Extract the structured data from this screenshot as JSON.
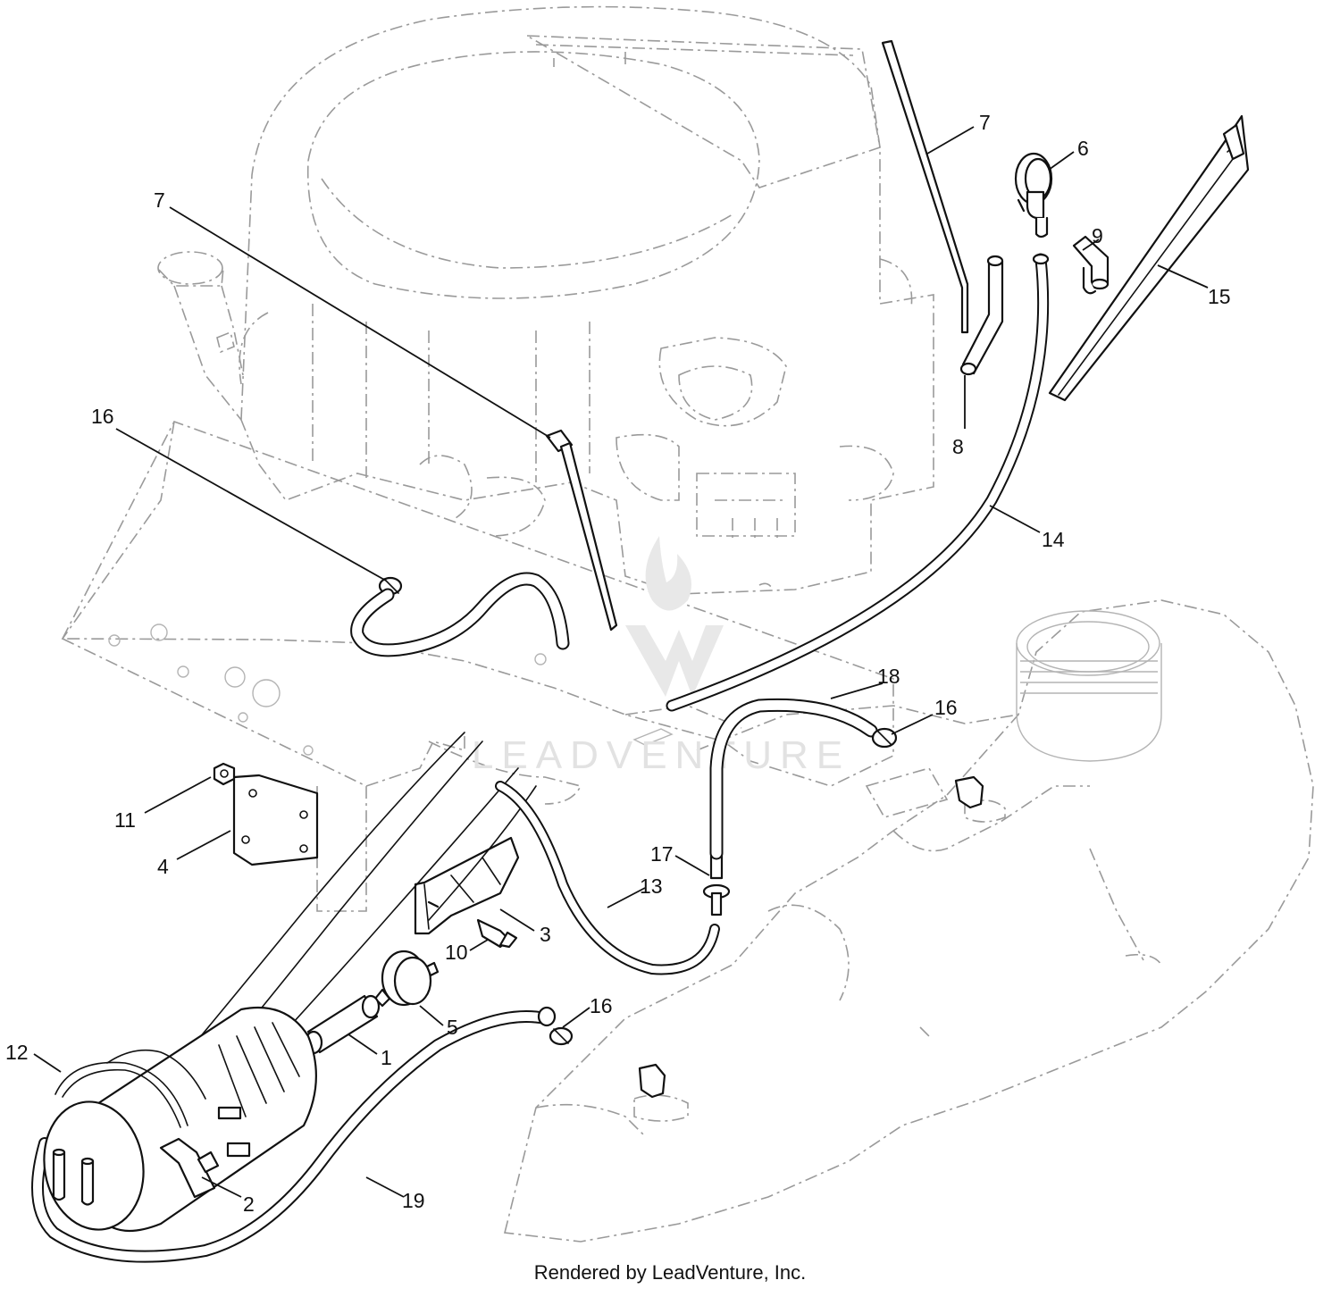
{
  "callouts": [
    "1",
    "2",
    "3",
    "4",
    "5",
    "6",
    "7",
    "8",
    "9",
    "10",
    "11",
    "12",
    "13",
    "14",
    "15",
    "16",
    "17",
    "18",
    "19"
  ],
  "watermark": "LEADVENTURE",
  "credit": "Rendered by LeadVenture, Inc."
}
